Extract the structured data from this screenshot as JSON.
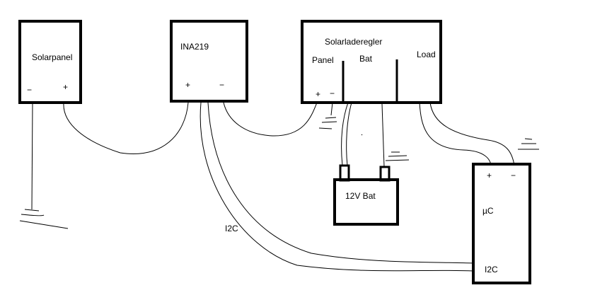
{
  "components": {
    "solarpanel": {
      "label": "Solarpanel",
      "minus": "−",
      "plus": "+"
    },
    "ina219": {
      "label": "INA219",
      "plus": "+",
      "minus": "−"
    },
    "charger": {
      "label": "Solarladeregler",
      "panel": "Panel",
      "bat": "Bat",
      "load": "Load",
      "plus": "+",
      "minus": "−"
    },
    "battery": {
      "label": "12V Bat"
    },
    "mcu": {
      "label": "µC",
      "plus": "+",
      "minus": "−",
      "i2c": "I2C"
    }
  },
  "bus_label": "I2C"
}
